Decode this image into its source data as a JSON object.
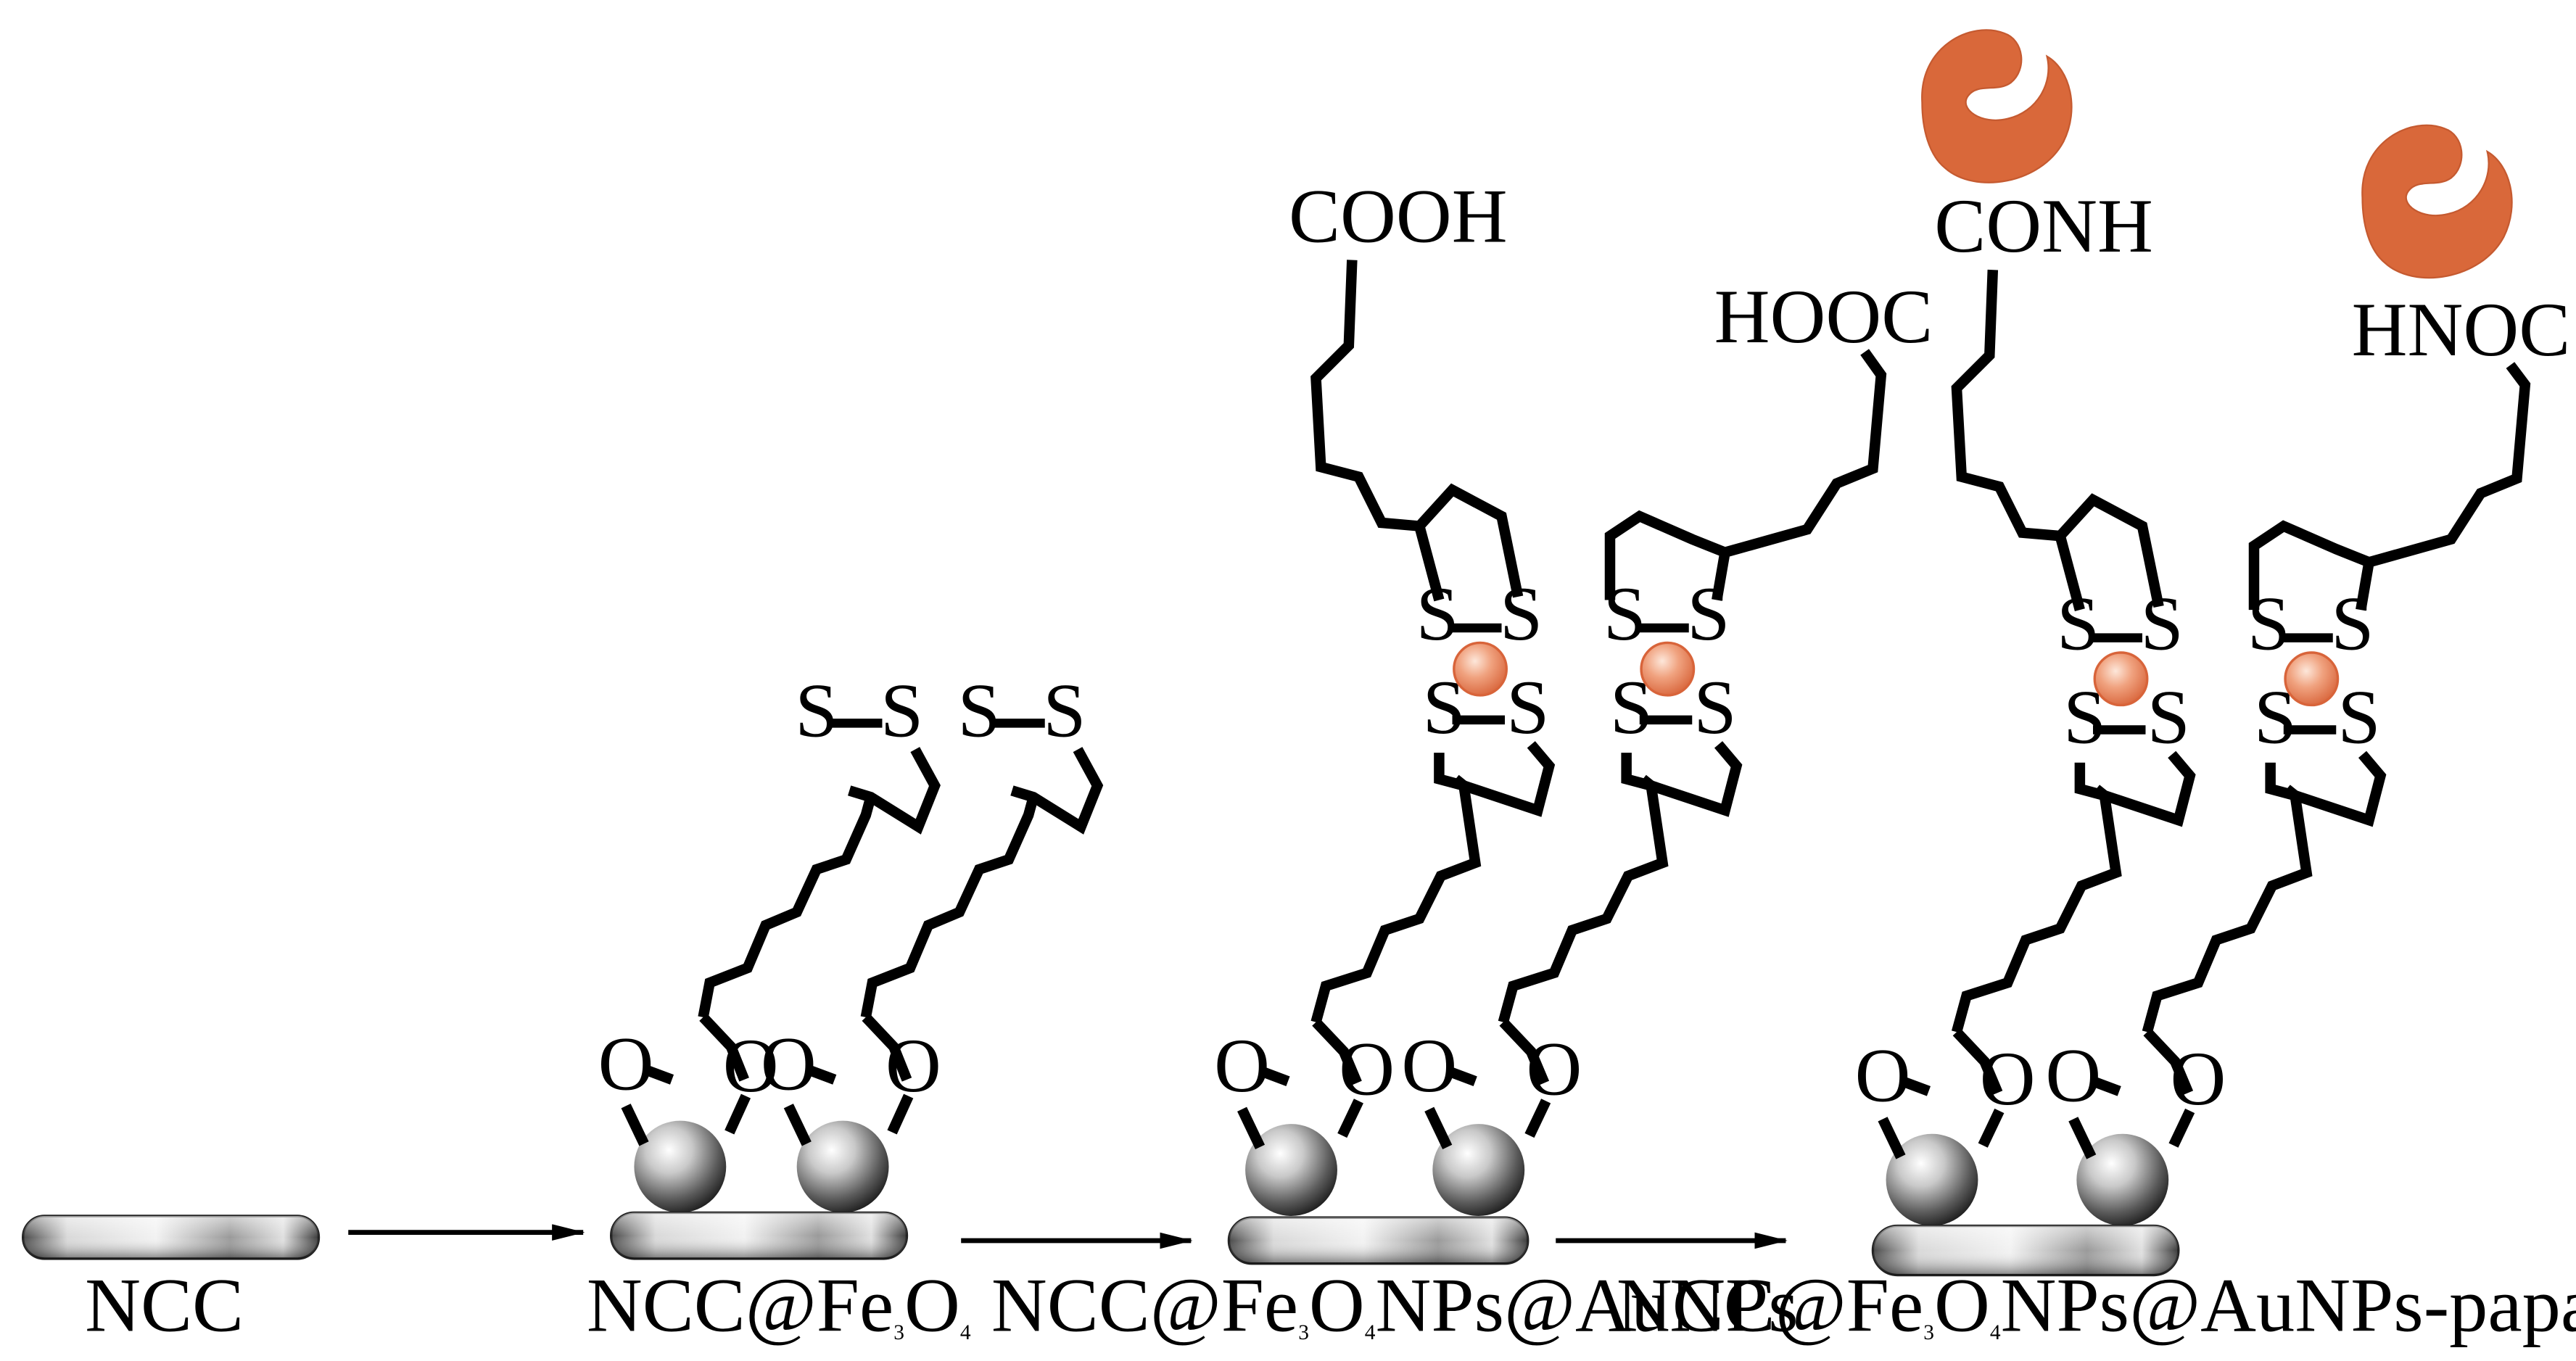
{
  "stages": [
    {
      "label": "NCC"
    },
    {
      "label_parts": [
        "NCC@Fe",
        "3",
        "O",
        "4"
      ]
    },
    {
      "label_parts": [
        "NCC@Fe",
        "3",
        "O",
        "4",
        "NPs@AuNPs"
      ]
    },
    {
      "label_parts": [
        "NCC@Fe",
        "3",
        "O",
        "4",
        "NPs@AuNPs-papain"
      ]
    }
  ],
  "atoms": {
    "sulfur": "S",
    "oxygen": "O"
  },
  "terminal_groups": {
    "stage3": [
      "COOH",
      "HOOC"
    ],
    "stage4": [
      "CONH",
      "HNOC"
    ]
  },
  "colors": {
    "gold_np": "#e07a55",
    "papain": "#d9683a",
    "rod_dark": "#3a3a3a",
    "rod_light": "#e6e6e6",
    "sphere_dark": "#2b2b2b",
    "sphere_light": "#ffffff"
  }
}
